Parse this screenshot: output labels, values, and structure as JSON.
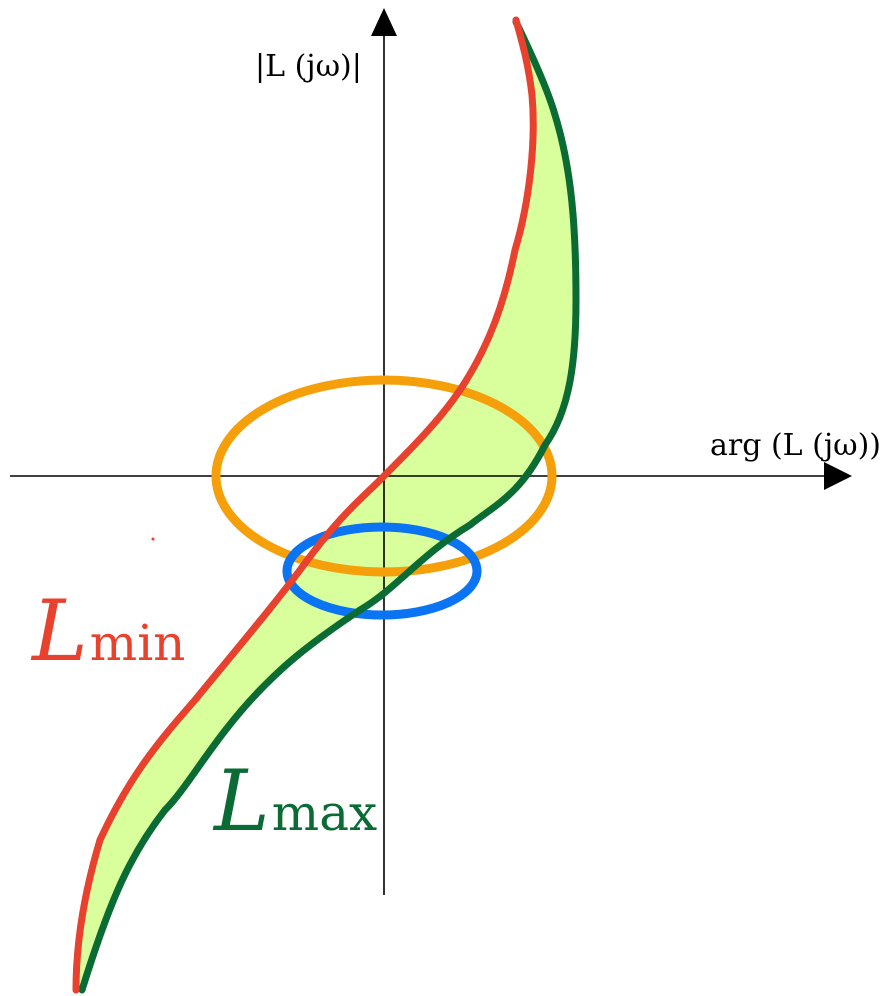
{
  "labels": {
    "y_axis_base": "|L (jω)|",
    "x_axis_base": "arg (L (jω))",
    "curve_min_base": "L",
    "curve_min_sub": "min",
    "curve_max_base": "L",
    "curve_max_sub": "max"
  },
  "colors": {
    "axis": "#000000",
    "region_fill": "#d8ff9c",
    "curve_min": "#e8412e",
    "curve_max": "#0b6b34",
    "ellipse_large": "#f5a00b",
    "ellipse_small": "#0a74f2"
  }
}
